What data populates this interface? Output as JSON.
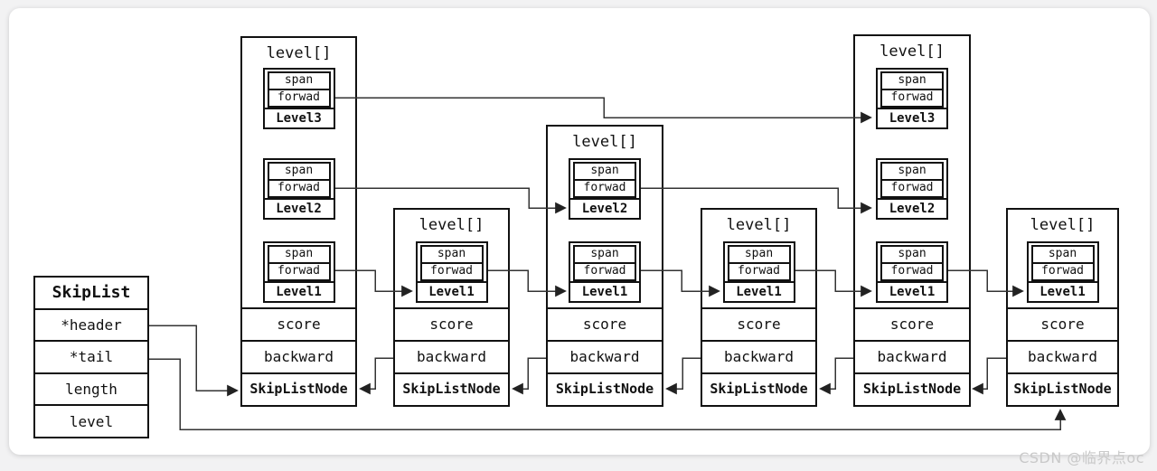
{
  "skiplist": {
    "title": "SkipList",
    "fields": [
      "*header",
      "*tail",
      "length",
      "level"
    ]
  },
  "node_labels": {
    "array_title": "level[]",
    "span": "span",
    "forward": "forwad",
    "score": "score",
    "backward": "backward",
    "type_name": "SkipListNode"
  },
  "nodes": [
    {
      "levels": [
        "Level3",
        "Level2",
        "Level1"
      ]
    },
    {
      "levels": [
        "Level1"
      ]
    },
    {
      "levels": [
        "Level2",
        "Level1"
      ]
    },
    {
      "levels": [
        "Level1"
      ]
    },
    {
      "levels": [
        "Level3",
        "Level2",
        "Level1"
      ]
    },
    {
      "levels": [
        "Level1"
      ]
    }
  ],
  "watermark": "CSDN @临界点oc",
  "colors": {
    "border": "#111111",
    "line": "#333333",
    "card_bg": "#ffffff",
    "page_bg": "#f2f2f3",
    "watermark": "#c9c9c9"
  }
}
